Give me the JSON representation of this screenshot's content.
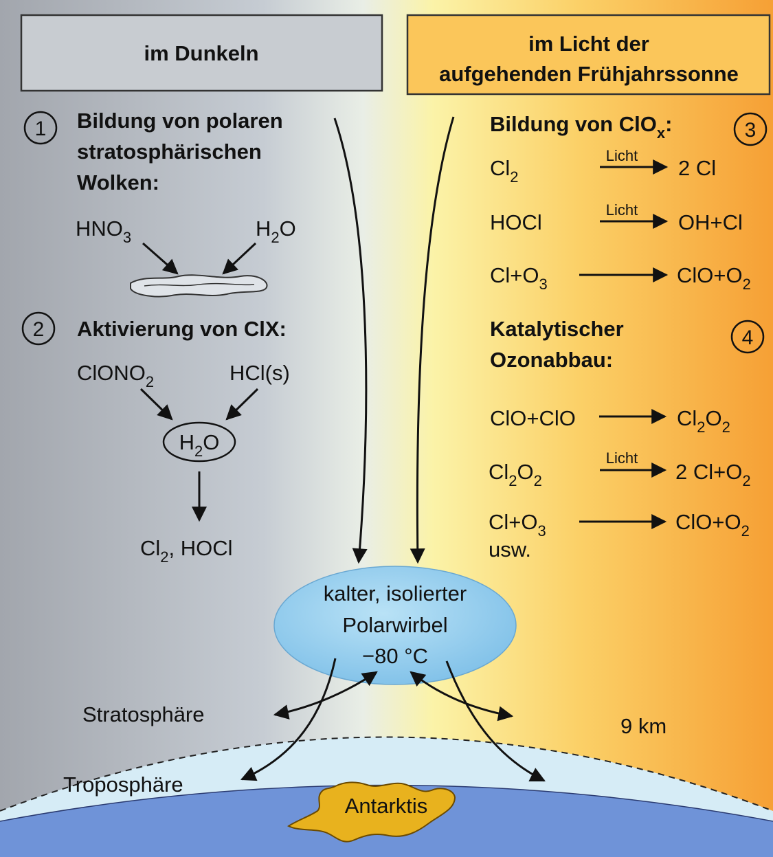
{
  "header_left": "im Dunkeln",
  "header_right": [
    "im Licht der",
    "aufgehenden Frühjahrssonne"
  ],
  "step1": {
    "num": "1",
    "title": [
      "Bildung von polaren",
      "stratosphärischen",
      "Wolken:"
    ],
    "reactant_a": {
      "main": "HNO",
      "sub": "3"
    },
    "reactant_b": {
      "pre": "H",
      "sub": "2",
      "post": "O"
    }
  },
  "step2": {
    "num": "2",
    "title": "Aktivierung von ClX:",
    "reactant_a": {
      "main": "ClONO",
      "sub": "2"
    },
    "reactant_b": "HCl(s)",
    "medium": {
      "pre": "H",
      "sub": "2",
      "post": "O"
    },
    "product": {
      "pre": "Cl",
      "sub": "2",
      "post": ", HOCl"
    }
  },
  "step3": {
    "num": "3",
    "title": {
      "main": "Bildung von ClO",
      "sub": "x",
      "post": ":"
    },
    "reactions": [
      {
        "left": {
          "pre": "Cl",
          "sub": "2"
        },
        "label": "Licht",
        "right": "2 Cl"
      },
      {
        "left": "HOCl",
        "label": "Licht",
        "right": "OH+Cl"
      },
      {
        "left": {
          "pre": "Cl+O",
          "sub": "3"
        },
        "label": "",
        "right": {
          "pre": "ClO+O",
          "sub": "2"
        }
      }
    ]
  },
  "step4": {
    "num": "4",
    "title": [
      "Katalytischer",
      "Ozonabbau:"
    ],
    "reactions": [
      {
        "left": "ClO+ClO",
        "label": "",
        "right": {
          "pre": "Cl",
          "sub1": "2",
          "mid": "O",
          "sub2": "2"
        }
      },
      {
        "left": {
          "pre": "Cl",
          "sub1": "2",
          "mid": "O",
          "sub2": "2"
        },
        "label": "Licht",
        "right": {
          "pre": "2 Cl+O",
          "sub": "2"
        }
      },
      {
        "left": {
          "pre": "Cl+O",
          "sub": "3"
        },
        "label": "",
        "right": {
          "pre": "ClO+O",
          "sub": "2"
        }
      }
    ],
    "extra": "usw."
  },
  "vortex": [
    "kalter, isolierter",
    "Polarwirbel",
    "−80 °C"
  ],
  "labels": {
    "stratosphere": "Stratosphäre",
    "troposphere": "Troposphäre",
    "altitude": "9 km",
    "continent": "Antarktis"
  },
  "colors": {
    "dark_side": "#a9adb4",
    "light_side": "#f7a43a",
    "vortex": "#8ec9ec",
    "troposphere": "#d6ecf6",
    "earth": "#6f93d8",
    "continent": "#e8b21e"
  }
}
